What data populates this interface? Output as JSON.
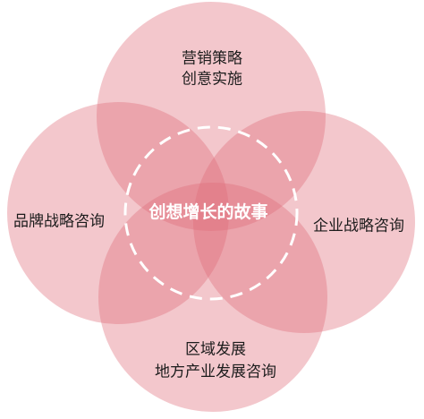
{
  "center": {
    "label": "创想增长的故事"
  },
  "circles": {
    "top": {
      "line1": "营销策略",
      "line2": "创意实施"
    },
    "left": {
      "line1": "品牌战略咨询"
    },
    "right": {
      "line1": "企业战略咨询"
    },
    "bottom": {
      "line1": "区域发展",
      "line2": "地方产业发展咨询"
    }
  },
  "colors": {
    "circle_fill": "#e06b78",
    "label_text": "#1c1c1c",
    "center_text": "#ffffff",
    "dashed_ring": "#ffffff"
  }
}
